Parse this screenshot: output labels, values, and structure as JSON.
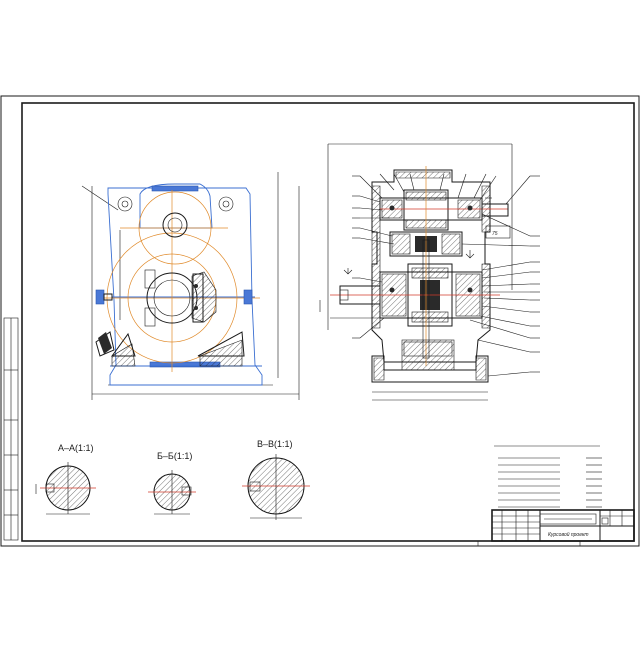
{
  "sections": {
    "a": "А–А(1:1)",
    "b": "Б–Б(1:1)",
    "c": "В–В(1:1)"
  },
  "title_block": {
    "stamp": "Курсовой проект"
  },
  "colors": {
    "housing": "#3b6fd1",
    "gear_circle": "#e08a2a",
    "shaft_accent": "#d23a2a",
    "line": "#1a1a1a"
  }
}
